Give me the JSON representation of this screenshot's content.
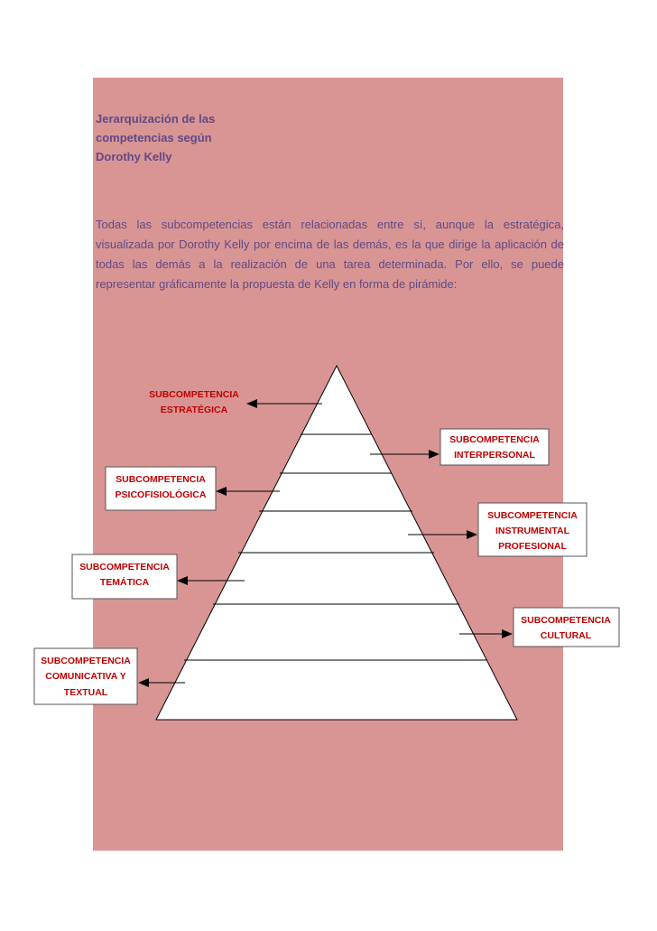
{
  "title_lines": [
    "Jerarquización de las",
    "competencias según",
    "Dorothy Kelly"
  ],
  "intro": "Todas las subcompetencias están relacionadas entre sí, aunque la estratégica, visualizada por Dorothy Kelly por encima de las demás, es la que dirige la aplicación de todas las demás a la realización de una tarea determinada. Por ello, se puede representar gráficamente la propuesta de Kelly en forma de pirámide:",
  "labels": {
    "estrategica": [
      "SUBCOMPETENCIA",
      "ESTRATÉGICA"
    ],
    "interpersonal": [
      "SUBCOMPETENCIA",
      "INTERPERSONAL"
    ],
    "psicofisiologica": [
      "SUBCOMPETENCIA",
      "PSICOFISIOLÓGICA"
    ],
    "instrumental": [
      "SUBCOMPETENCIA",
      "INSTRUMENTAL",
      "PROFESIONAL"
    ],
    "tematica": [
      "SUBCOMPETENCIA",
      "TEMÁTICA"
    ],
    "cultural": [
      "SUBCOMPETENCIA",
      "CULTURAL"
    ],
    "comunicativa": [
      "SUBCOMPETENCIA",
      "COMUNICATIVA Y",
      "TEXTUAL"
    ]
  },
  "colors": {
    "panel": "#d99594",
    "title_text": "#5f4a86",
    "label_text": "#c00000"
  }
}
